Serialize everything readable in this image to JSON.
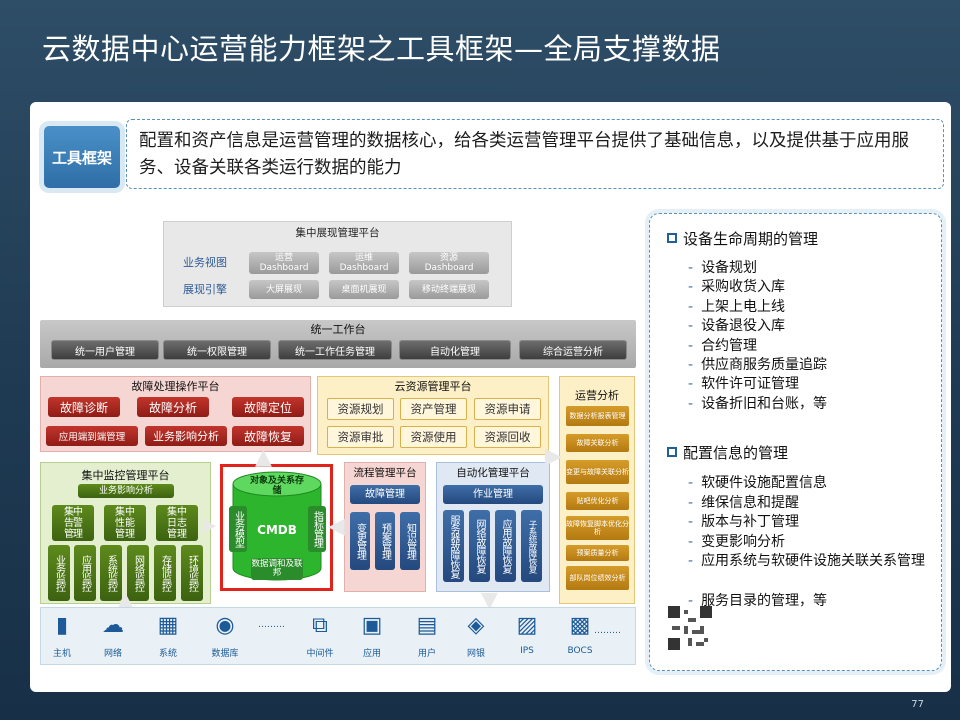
{
  "title": "云数据中心运营能力框架之工具框架—全局支撑数据",
  "page_number": "77",
  "tag": "工具框架",
  "summary": "配置和资产信息是运营管理的数据核心，给各类运营管理平台提供了基础信息，以及提供基于应用服务、设备关联各类运行数据的能力",
  "diagram": {
    "display_platform": {
      "title": "集中展现管理平台",
      "row1_label": "业务视图",
      "row2_label": "展现引擎",
      "row1": [
        "运营\nDashboard",
        "运维\nDashboard",
        "资源\nDashboard"
      ],
      "row2": [
        "大屏展现",
        "桌面机展现",
        "移动终端展现"
      ]
    },
    "workbench": {
      "title": "统一工作台",
      "items": [
        "统一用户管理",
        "统一权限管理",
        "统一工作任务管理",
        "自动化管理",
        "综合运营分析"
      ]
    },
    "fault": {
      "title": "故障处理操作平台",
      "items": [
        "故障诊断",
        "故障分析",
        "故障定位",
        "应用端到端管理",
        "业务影响分析",
        "故障恢复"
      ]
    },
    "cloud_resource": {
      "title": "云资源管理平台",
      "items": [
        "资源规划",
        "资产管理",
        "资源申请",
        "资源审批",
        "资源使用",
        "资源回收"
      ]
    },
    "ops_analysis": {
      "title": "运营分析",
      "items": [
        "数据分析报表管理",
        "故障关联分析",
        "变更与故障关联分析",
        "贴吧优化分析",
        "故障恢复脚本优化分析",
        "预案质量分析",
        "部队岗位绩效分析"
      ]
    },
    "monitor": {
      "title": "集中监控管理平台",
      "top": "业务影响分析",
      "groups": [
        "集中告警管理",
        "集中性能管理",
        "集中日志管理"
      ],
      "items": [
        "业务监控",
        "应用监控",
        "系统监控",
        "网络监控",
        "存储监控",
        "环境监控"
      ]
    },
    "cmdb": {
      "label": "CMDB",
      "top": "对象及关系存储",
      "bottom": "数据调和及联邦",
      "left": "业务模型",
      "right": "指标管理"
    },
    "process": {
      "title": "流程管理平台",
      "top": "故障管理",
      "items": [
        "变更管理",
        "预案管理",
        "知识管理"
      ]
    },
    "automation": {
      "title": "自动化管理平台",
      "top": "作业管理",
      "items": [
        "服务器故障恢复",
        "网络故障恢复",
        "应用故障恢复",
        "子系统故障恢复"
      ]
    },
    "resources": [
      "主机",
      "网络",
      "系统",
      "数据库",
      "中间件",
      "应用",
      "用户",
      "网银",
      "IPS",
      "BOCS"
    ],
    "ellipsis": "………"
  },
  "right_panel": {
    "section1": {
      "title": "设备生命周期的管理",
      "items": [
        "设备规划",
        "采购收货入库",
        "上架上电上线",
        "设备退役入库",
        "合约管理",
        "供应商服务质量追踪",
        "软件许可证管理",
        "设备折旧和台账，等"
      ]
    },
    "section2": {
      "title": "配置信息的管理",
      "items": [
        "软硬件设施配置信息",
        "维保信息和提醒",
        "版本与补丁管理",
        "变更影响分析",
        "应用系统与软硬件设施关联关系管理",
        "服务目录的管理，等"
      ]
    }
  },
  "colors": {
    "background": "#1e3a52",
    "accent_blue": "#2f6ea6",
    "fault_red": "#a9261f",
    "monitor_green": "#4a761a",
    "cmdb_green": "#2db52d",
    "highlight_red": "#e0241b",
    "resource_yellow": "#f4e3a6",
    "automation_blue": "#2c5690"
  },
  "icons": [
    "host-icon",
    "network-icon",
    "system-icon",
    "database-icon",
    "middleware-icon",
    "application-icon",
    "user-icon",
    "ebank-icon",
    "ips-icon",
    "bocs-icon"
  ]
}
